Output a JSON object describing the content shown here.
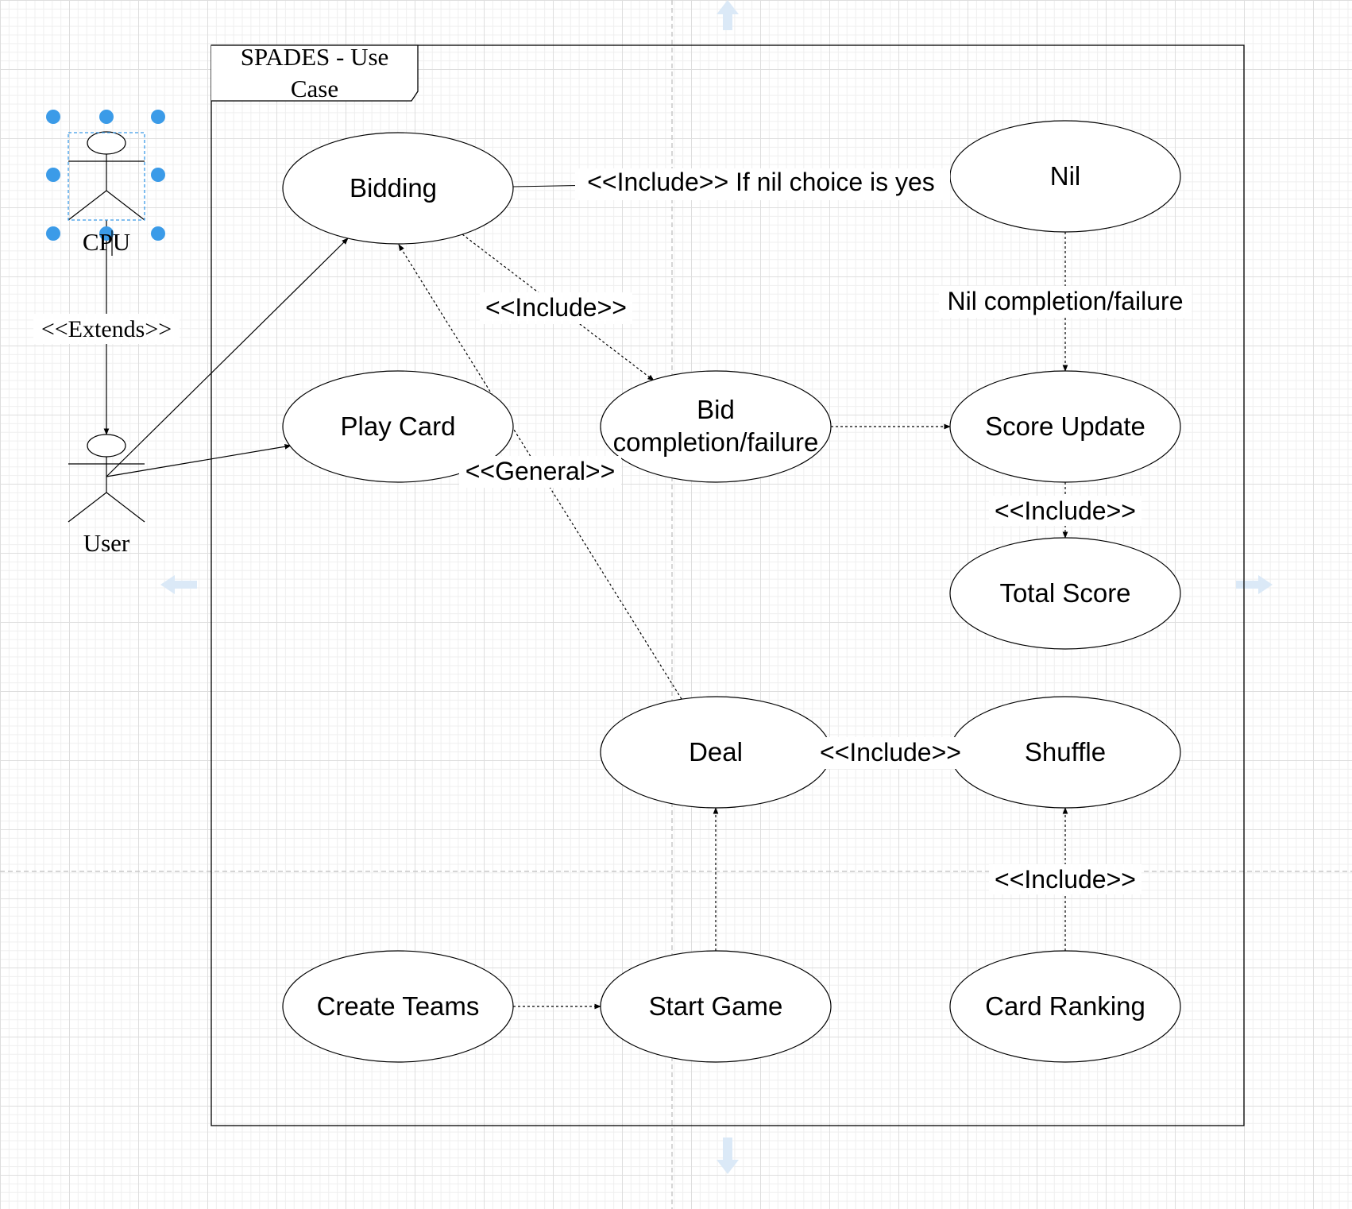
{
  "frame": {
    "title_line1": "SPADES - Use",
    "title_line2": "Case"
  },
  "actors": {
    "cpu": "CPU",
    "user": "User"
  },
  "use_cases": {
    "bidding": "Bidding",
    "nil": "Nil",
    "play_card": "Play Card",
    "bid_completion_line1": "Bid",
    "bid_completion_line2": "completion/failure",
    "score_update": "Score Update",
    "total_score": "Total Score",
    "deal": "Deal",
    "shuffle": "Shuffle",
    "create_teams": "Create Teams",
    "start_game": "Start Game",
    "card_ranking": "Card Ranking"
  },
  "relations": {
    "extends": "<<Extends>>",
    "include_nil": "<<Include>> If nil choice is yes",
    "include_bidding": "<<Include>>",
    "nil_completion": "Nil completion/failure",
    "general": "<<General>>",
    "include_total": "<<Include>>",
    "include_shuffle": "<<Include>>",
    "include_ranking": "<<Include>>"
  },
  "colors": {
    "selection": "#3b9be8",
    "guide": "#c8c8c8",
    "nav_arrow": "#dbe9f7",
    "stroke": "#000000"
  }
}
